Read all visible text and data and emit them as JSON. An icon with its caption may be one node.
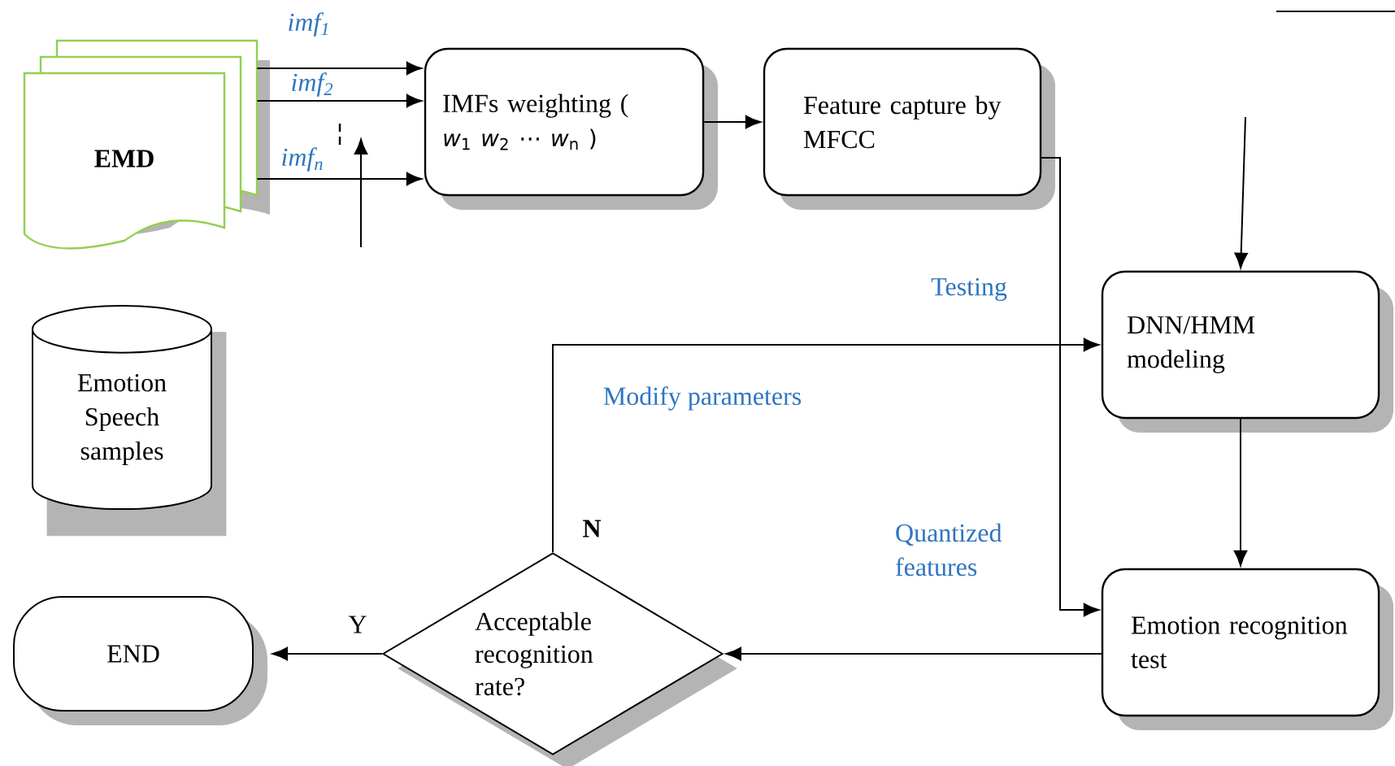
{
  "diagram": {
    "nodes": [
      {
        "text": [
          "EMD"
        ]
      },
      {
        "text": [
          "IMFs weighting (",
          "*w*$_{1}$  *w*$_{2}$  ⋯ *w*$_{n}$ )"
        ]
      },
      {
        "text": [
          "Feature capture by MFCC"
        ]
      },
      {
        "text": [
          "DNN/HMM modeling"
        ]
      },
      {
        "text": [
          "Emotion Speech samples"
        ]
      },
      {
        "text": [
          "Acceptable recognition rate?"
        ]
      },
      {
        "text": [
          "END"
        ]
      },
      {
        "text": [
          "Emotion recognition test"
        ]
      }
    ],
    "edges": [
      {
        "from": 0,
        "to": 1,
        "arrow": "to",
        "label": "*imf*$_{1}$"
      },
      {
        "from": 0,
        "to": 1,
        "arrow": "to",
        "label": "*imf*$_{2}$"
      },
      {
        "from": 0,
        "to": 1,
        "arrow": "to",
        "label": "*imf*$_{n}$"
      },
      {
        "from": 1,
        "to": 2,
        "arrow": "to"
      },
      {
        "from": null,
        "to": 3,
        "arrow": "to"
      },
      {
        "from": 2,
        "to": 7,
        "arrow": "to",
        "label": "Quantized features"
      },
      {
        "from": 3,
        "to": 7,
        "arrow": "to"
      },
      {
        "from": 7,
        "to": 5,
        "arrow": "to"
      },
      {
        "from": 5,
        "to": 6,
        "arrow": "to",
        "label": "Y"
      },
      {
        "from": 5,
        "to": 3,
        "arrow": "to",
        "label": "N"
      }
    ],
    "labels": [
      "Testing",
      "Modify parameters"
    ]
  }
}
